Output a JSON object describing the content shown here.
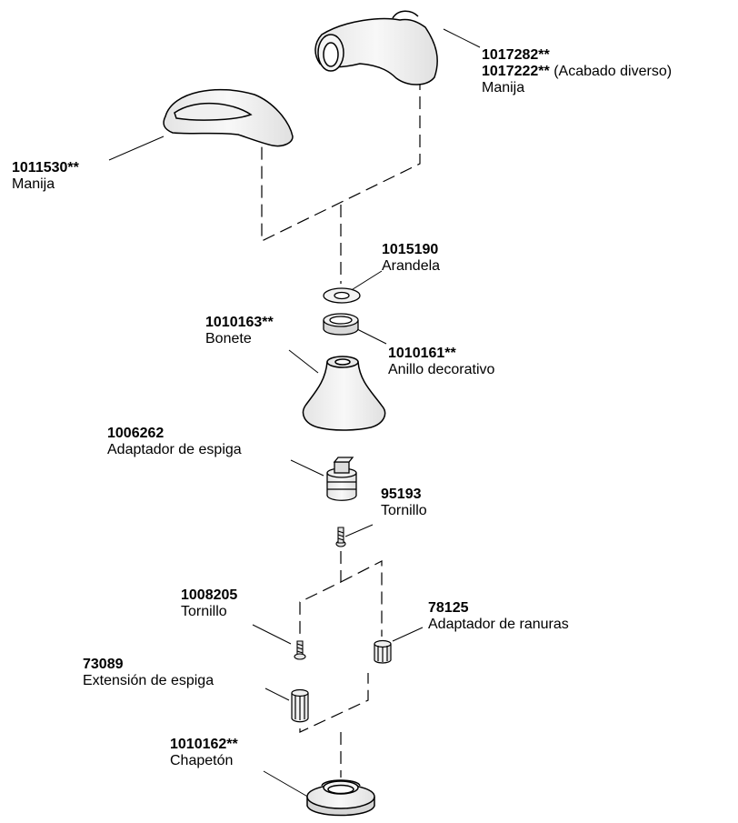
{
  "parts": [
    {
      "id": "handle-lever",
      "number": "1017282**",
      "alt_number": "1017222**",
      "alt_note": "(Acabado diverso)",
      "name": "Manija"
    },
    {
      "id": "handle-blade",
      "number": "1011530**",
      "name": "Manija"
    },
    {
      "id": "washer",
      "number": "1015190",
      "name": "Arandela"
    },
    {
      "id": "bonnet",
      "number": "1010163**",
      "name": "Bonete"
    },
    {
      "id": "decorative-ring",
      "number": "1010161**",
      "name": "Anillo decorativo"
    },
    {
      "id": "stem-adapter",
      "number": "1006262",
      "name": "Adaptador de espiga"
    },
    {
      "id": "screw-95193",
      "number": "95193",
      "name": "Tornillo"
    },
    {
      "id": "screw-1008205",
      "number": "1008205",
      "name": "Tornillo"
    },
    {
      "id": "spline-adapter",
      "number": "78125",
      "name": "Adaptador de ranuras"
    },
    {
      "id": "stem-extension",
      "number": "73089",
      "name": "Extensión de espiga"
    },
    {
      "id": "escutcheon",
      "number": "1010162**",
      "name": "Chapetón"
    }
  ]
}
